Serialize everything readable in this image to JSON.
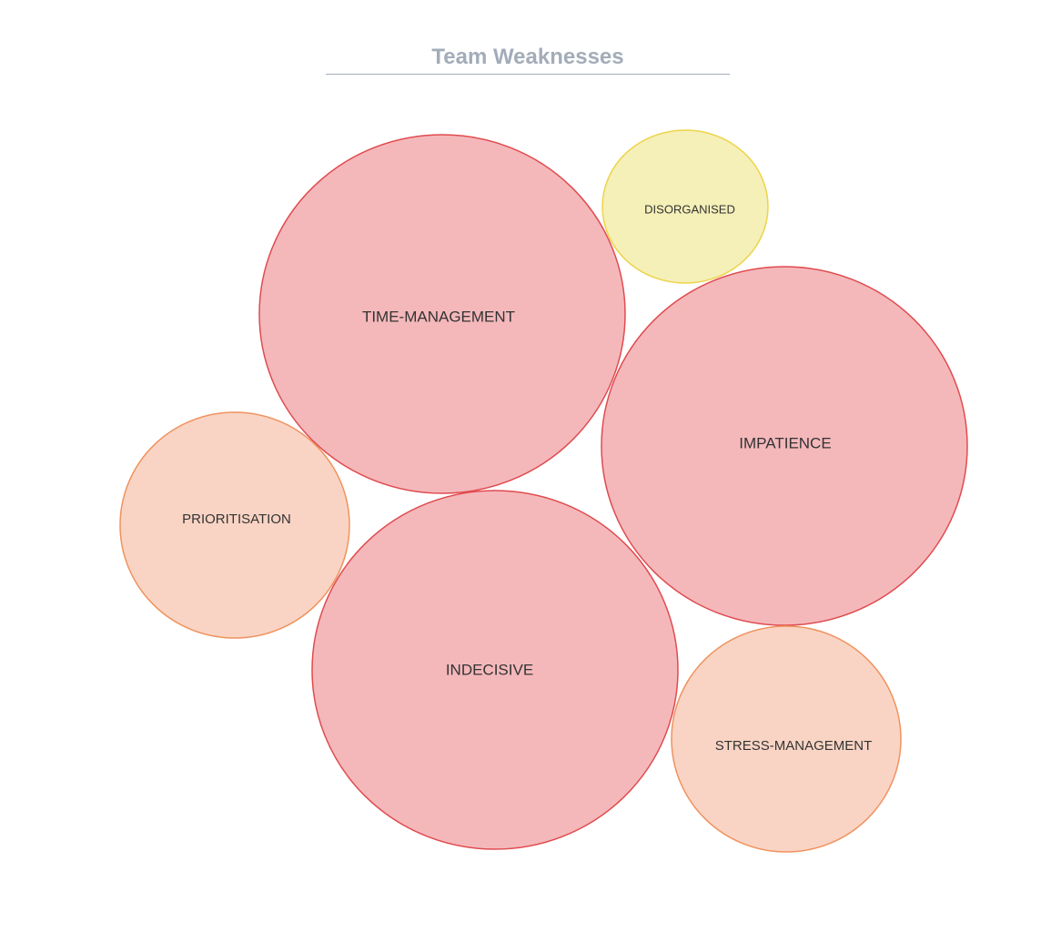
{
  "title": "Team Weaknesses",
  "colors": {
    "title": "#a3acb9",
    "red_fill": "#f4b8bb",
    "red_stroke": "#e04b4e",
    "orange_fill": "#f9d4c4",
    "orange_stroke": "#f0925e",
    "yellow_fill": "#f5efb8",
    "yellow_stroke": "#ecd44a",
    "label": "#333333"
  },
  "bubbles": [
    {
      "label": "TIME-MANAGEMENT",
      "tone": "red"
    },
    {
      "label": "DISORGANISED",
      "tone": "yellow"
    },
    {
      "label": "IMPATIENCE",
      "tone": "red"
    },
    {
      "label": "PRIORITISATION",
      "tone": "orange"
    },
    {
      "label": "INDECISIVE",
      "tone": "red"
    },
    {
      "label": "STRESS-MANAGEMENT",
      "tone": "orange"
    }
  ]
}
